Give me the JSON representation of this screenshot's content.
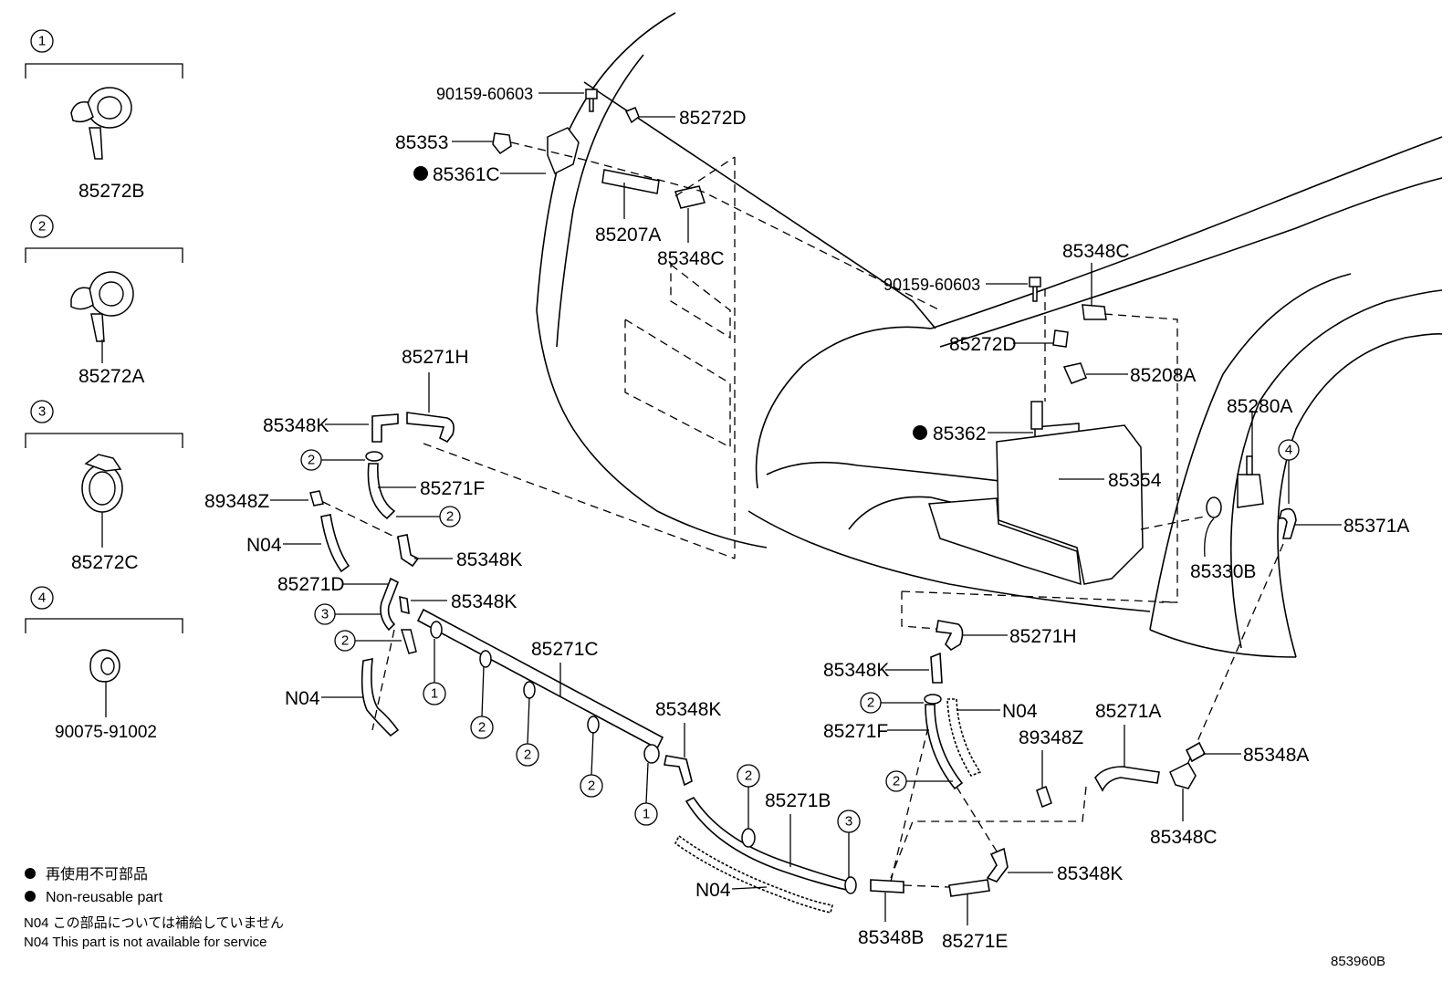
{
  "diagram_code": "853960B",
  "legend": {
    "non_reusable_jp": "再使用不可部品",
    "non_reusable_en": "Non-reusable part",
    "n04_jp": "N04 この部品については補給していません",
    "n04_en": "N04 This part is not available for service"
  },
  "clip_key": [
    {
      "num": "1",
      "part": "85272B"
    },
    {
      "num": "2",
      "part": "85272A"
    },
    {
      "num": "3",
      "part": "85272C"
    },
    {
      "num": "4",
      "part": "90075-91002"
    }
  ],
  "callouts": {
    "bolt_upper": "90159-60603",
    "bolt_right": "90159-60603",
    "p85353": "85353",
    "p85361C": "85361C",
    "p85272D_top": "85272D",
    "p85272D_mid": "85272D",
    "p85207A": "85207A",
    "p85348C_top": "85348C",
    "p85348C_right": "85348C",
    "p85348C_bottom": "85348C",
    "p85208A": "85208A",
    "p85362": "85362",
    "p85354": "85354",
    "p85280A": "85280A",
    "p85371A": "85371A",
    "p85330B": "85330B",
    "p85271H_left": "85271H",
    "p85271H_right": "85271H",
    "p85348K_1": "85348K",
    "p85348K_2": "85348K",
    "p85348K_3": "85348K",
    "p85348K_4": "85348K",
    "p85348K_5": "85348K",
    "p85348K_6": "85348K",
    "p85271F_left": "85271F",
    "p85271F_right": "85271F",
    "p89348Z_left": "89348Z",
    "p89348Z_right": "89348Z",
    "n04_1": "N04",
    "n04_2": "N04",
    "n04_3": "N04",
    "n04_4": "N04",
    "p85271D": "85271D",
    "p85271C": "85271C",
    "p85271B": "85271B",
    "p85271A": "85271A",
    "p85271E": "85271E",
    "p85348A": "85348A",
    "p85348B": "85348B"
  },
  "circle_marks": {
    "c1": "1",
    "c2": "2",
    "c3": "3",
    "c4": "4"
  }
}
